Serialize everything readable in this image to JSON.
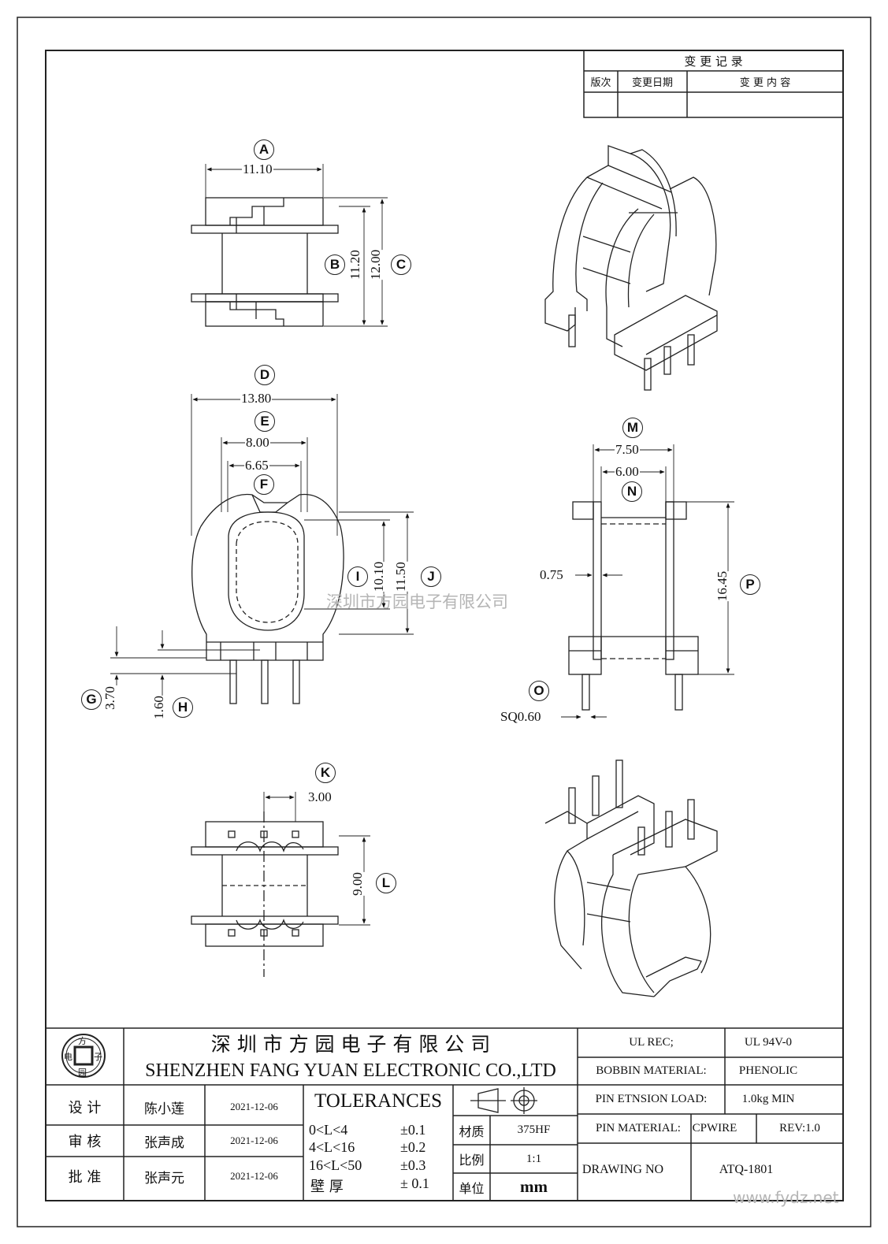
{
  "revision_block": {
    "title": "变 更 记 录",
    "col_version": "版次",
    "col_date": "变更日期",
    "col_content": "变 更 内 容"
  },
  "dimensions": {
    "a_label": "A",
    "a_value": "11.10",
    "b_label": "B",
    "b_value": "11.20",
    "c_label": "C",
    "c_value": "12.00",
    "d_label": "D",
    "d_value": "13.80",
    "e_label": "E",
    "e_value": "8.00",
    "f_label": "F",
    "f_value": "6.65",
    "g_label": "G",
    "g_value": "3.70",
    "h_label": "H",
    "h_value": "1.60",
    "i_label": "I",
    "i_value": "10.10",
    "j_label": "J",
    "j_value": "11.50",
    "k_label": "K",
    "k_value": "3.00",
    "l_label": "L",
    "l_value": "9.00",
    "m_label": "M",
    "m_value": "7.50",
    "n_label": "N",
    "n_value": "6.00",
    "o_label": "O",
    "o_value": "SQ0.60",
    "p_label": "P",
    "p_value": "16.45",
    "side_value": "0.75"
  },
  "title_block": {
    "logo_chars": [
      "方",
      "电",
      "子",
      "园"
    ],
    "company_cn": "深 圳 市 方 园 电 子 有 限 公 司",
    "company_en": "SHENZHEN FANG YUAN ELECTRONIC CO.,LTD",
    "design_label": "设 计",
    "design_name": "陈小莲",
    "design_date": "2021-12-06",
    "review_label": "审 核",
    "review_name": "张声成",
    "review_date": "2021-12-06",
    "approve_label": "批 准",
    "approve_name": "张声元",
    "approve_date": "2021-12-06",
    "tolerances_title": "TOLERANCES",
    "tol_rows": [
      {
        "range": "0<L<4",
        "value": "±0.1"
      },
      {
        "range": "4<L<16",
        "value": "±0.2"
      },
      {
        "range": "16<L<50",
        "value": "±0.3"
      },
      {
        "range": "壁  厚",
        "value": "± 0.1"
      }
    ],
    "material_label": "材质",
    "material_value": "375HF",
    "scale_label": "比例",
    "scale_value": "1:1",
    "unit_label": "单位",
    "unit_value": "mm",
    "ul_rec_label": "UL REC;",
    "ul_rec_value": "UL  94V-0",
    "bobbin_label": "BOBBIN MATERIAL:",
    "bobbin_value": "PHENOLIC",
    "pin_load_label": "PIN ETNSION LOAD:",
    "pin_load_value": "1.0kg MIN",
    "pin_material_label": "PIN MATERIAL:",
    "pin_material_value": "CPWIRE",
    "rev_value": "REV:1.0",
    "drawing_no_label": "DRAWING NO",
    "drawing_no_value": "ATQ-1801"
  },
  "watermarks": {
    "center": "深圳市方园电子有限公司",
    "corner": "www.fydz.net"
  }
}
